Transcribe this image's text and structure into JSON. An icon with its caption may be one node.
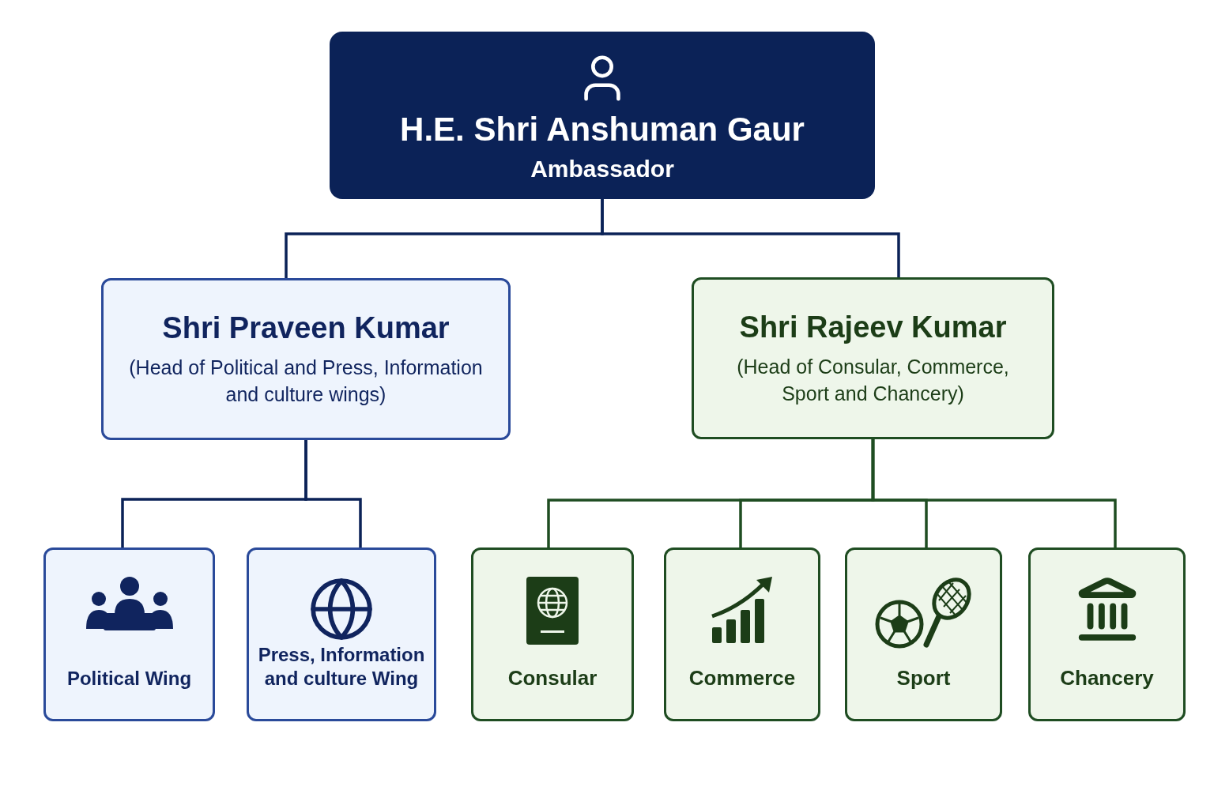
{
  "diagram": {
    "nodes": [
      {
        "text": [
          "H.E. Shri Anshuman Gaur",
          "Ambassador"
        ]
      },
      {
        "text": [
          "Shri Praveen Kumar",
          "(Head of Political and Press, Information and culture wings)"
        ]
      },
      {
        "text": [
          "Shri Rajeev Kumar",
          "(Head of Consular, Commerce, Sport and Chancery)"
        ]
      },
      {
        "text": [
          "Political Wing"
        ]
      },
      {
        "text": [
          "Press, Information and culture Wing"
        ]
      },
      {
        "text": [
          "Consular"
        ]
      },
      {
        "text": [
          "Commerce"
        ]
      },
      {
        "text": [
          "Sport"
        ]
      },
      {
        "text": [
          "Chancery"
        ]
      }
    ],
    "edges": [
      {
        "from": 0,
        "to": 1,
        "arrow": "none"
      },
      {
        "from": 0,
        "to": 2,
        "arrow": "none"
      },
      {
        "from": 1,
        "to": 3,
        "arrow": "none"
      },
      {
        "from": 1,
        "to": 4,
        "arrow": "none"
      },
      {
        "from": 2,
        "to": 5,
        "arrow": "none",
        "color": "#1f4d22"
      },
      {
        "from": 2,
        "to": 6,
        "arrow": "none",
        "color": "#1f4d22"
      },
      {
        "from": 2,
        "to": 7,
        "arrow": "none",
        "color": "#1f4d22"
      },
      {
        "from": 2,
        "to": 8,
        "arrow": "none",
        "color": "#1f4d22"
      }
    ]
  }
}
